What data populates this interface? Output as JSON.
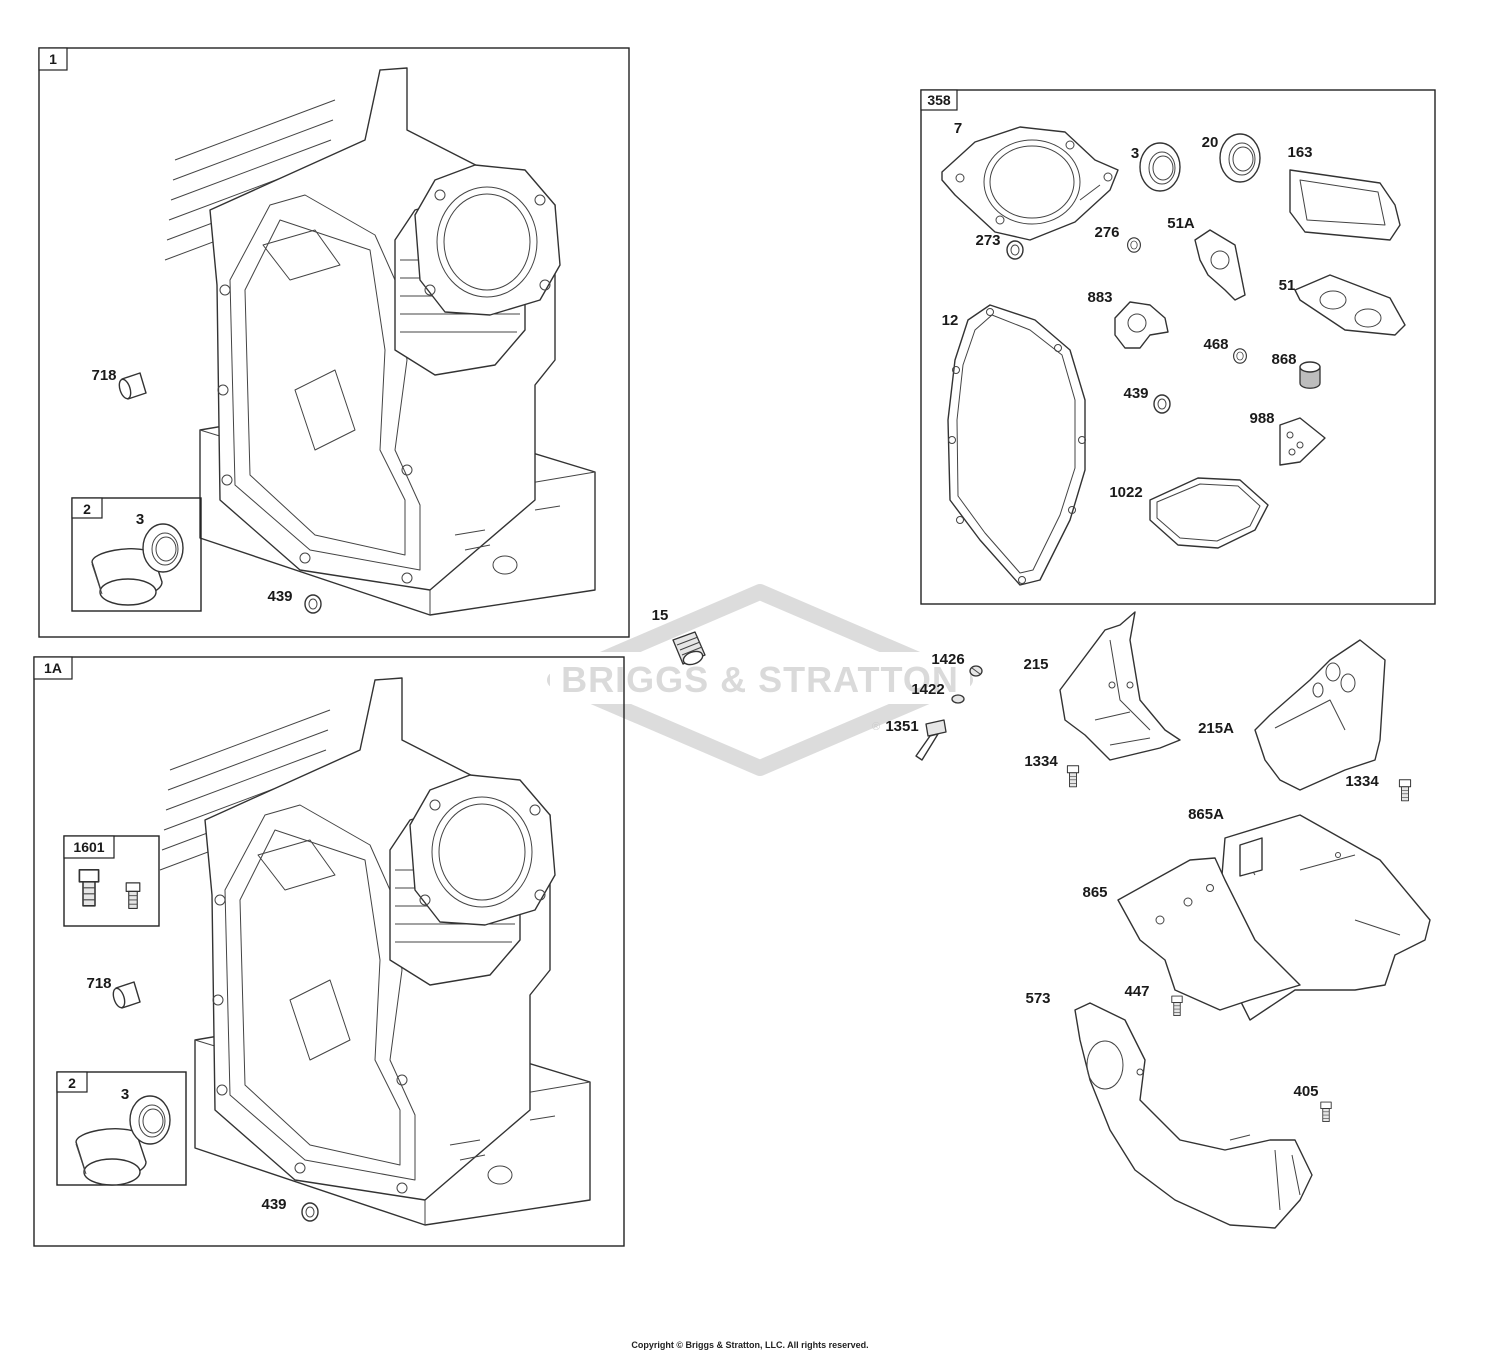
{
  "watermark": {
    "text": "BRIGGS & STRATTON",
    "registered": "®"
  },
  "copyright": "Copyright © Briggs & Stratton, LLC. All rights reserved.",
  "groups": {
    "g1": {
      "tag": "1",
      "labels": {
        "p718": "718",
        "p439": "439"
      },
      "sub2": {
        "tag": "2",
        "labels": {
          "p3": "3"
        }
      }
    },
    "g1a": {
      "tag": "1A",
      "labels": {
        "p718": "718",
        "p439": "439"
      },
      "sub1601": {
        "tag": "1601"
      },
      "sub2": {
        "tag": "2",
        "labels": {
          "p3": "3"
        }
      }
    },
    "g358": {
      "tag": "358",
      "labels": {
        "p7": "7",
        "p3": "3",
        "p20": "20",
        "p163": "163",
        "p273": "273",
        "p276": "276",
        "p51A": "51A",
        "p12": "12",
        "p883": "883",
        "p51": "51",
        "p468": "468",
        "p868": "868",
        "p439": "439",
        "p988": "988",
        "p1022": "1022"
      }
    }
  },
  "loose": {
    "p15": "15",
    "p1426": "1426",
    "p1422": "1422",
    "p1351": "1351",
    "p215": "215",
    "p215A": "215A",
    "p1334a": "1334",
    "p1334b": "1334",
    "p865A": "865A",
    "p865": "865",
    "p573": "573",
    "p447": "447",
    "p405": "405"
  }
}
